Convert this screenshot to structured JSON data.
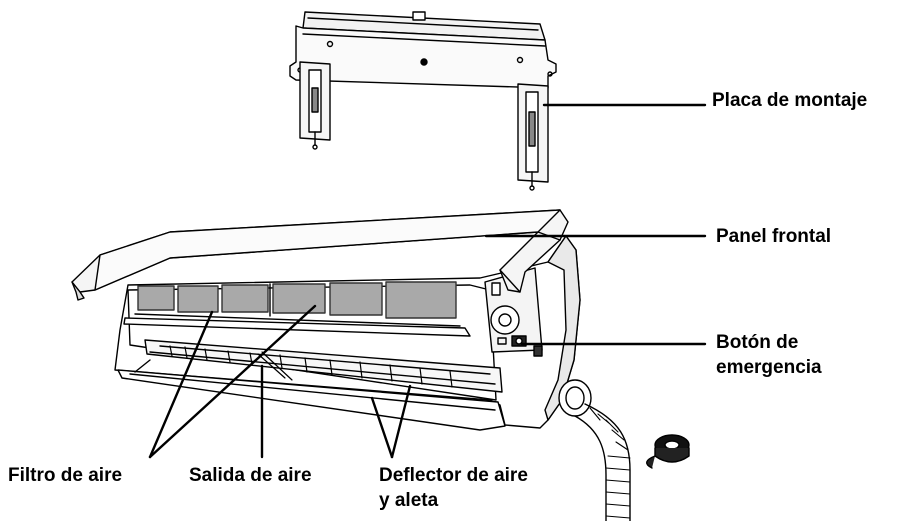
{
  "labels": {
    "placa": "Placa de montaje",
    "panel": "Panel frontal",
    "boton_line1": "Botón de",
    "boton_line2": "emergencia",
    "filtro": "Filtro de aire",
    "salida": "Salida de aire",
    "deflector_line1": "Deflector de aire",
    "deflector_line2": "y aleta"
  }
}
